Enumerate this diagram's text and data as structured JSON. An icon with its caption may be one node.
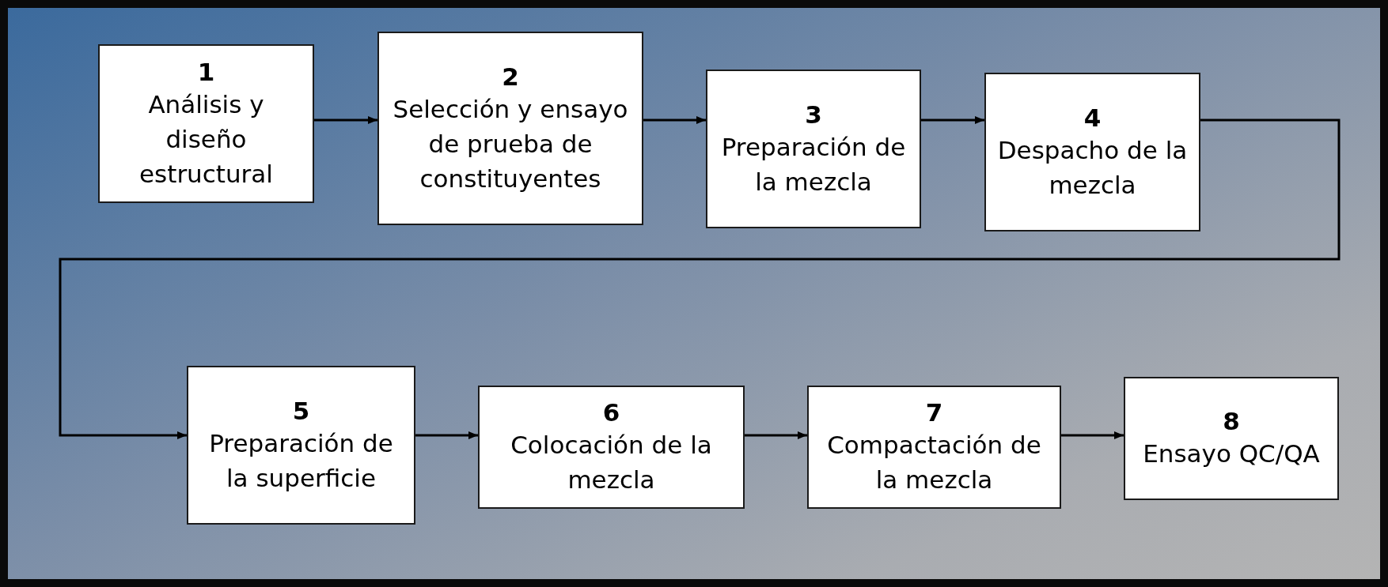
{
  "diagram": {
    "nodes": [
      {
        "text": [
          "1",
          "Análisis y diseño estructural"
        ]
      },
      {
        "text": [
          "2",
          "Selección y ensayo de prueba de constituyentes"
        ]
      },
      {
        "text": [
          "3",
          "Preparación de la mezcla"
        ]
      },
      {
        "text": [
          "4",
          "Despacho de la mezcla"
        ]
      },
      {
        "text": [
          "5",
          "Preparación de la superficie"
        ]
      },
      {
        "text": [
          "6",
          "Colocación de la mezcla"
        ]
      },
      {
        "text": [
          "7",
          "Compactación de la mezcla"
        ]
      },
      {
        "text": [
          "8",
          "Ensayo QC/QA"
        ]
      }
    ],
    "edges": [
      {
        "from": 0,
        "to": 1,
        "arrow": "to"
      },
      {
        "from": 1,
        "to": 2,
        "arrow": "to"
      },
      {
        "from": 2,
        "to": 3,
        "arrow": "to"
      },
      {
        "from": 3,
        "to": 4,
        "arrow": "to"
      },
      {
        "from": 4,
        "to": 5,
        "arrow": "to"
      },
      {
        "from": 5,
        "to": 6,
        "arrow": "to"
      },
      {
        "from": 6,
        "to": 7,
        "arrow": "to"
      }
    ]
  }
}
